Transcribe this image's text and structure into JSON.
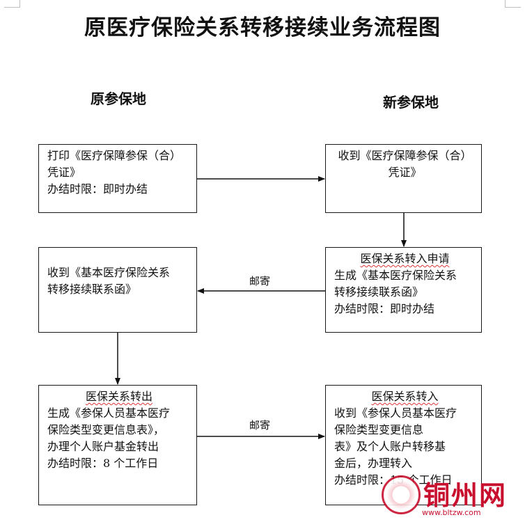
{
  "title": "原医疗保险关系转移接续业务流程图",
  "columns": {
    "left": "原参保地",
    "right": "新参保地"
  },
  "boxes": {
    "b1": {
      "lines": [
        "打印《医疗保障参保（合）",
        "凭证》",
        "办结时限：即时办结"
      ]
    },
    "b2": {
      "lines": [
        "收到《医疗保障参保（合）",
        "凭证》"
      ]
    },
    "b3": {
      "heading": "医保关系转入申请",
      "lines": [
        "生成《基本医疗保险关系",
        "转移接续联系函》",
        "办结时限：即时办结"
      ]
    },
    "b4": {
      "lines": [
        "收到《基本医疗保险关系",
        "转移接续联系函》"
      ]
    },
    "b5": {
      "heading": "医保关系转出",
      "lines": [
        "生成《参保人员基本医疗",
        "保险类型变更信息表》，",
        "办理个人账户基金转出",
        "办结时限：8 个工作日"
      ]
    },
    "b6": {
      "heading": "医保关系转入",
      "lines": [
        "收到《参保人员基本医疗",
        "保险类型变更信息",
        "表》及个人账户转移基",
        "金后，办理转入",
        "办结时限：15 个工作日"
      ]
    }
  },
  "edge_labels": {
    "mail1": "邮寄",
    "mail2": "邮寄"
  },
  "watermark": {
    "name": "铜州网",
    "url": "www.bltzw.com",
    "color": "#c8102e"
  }
}
